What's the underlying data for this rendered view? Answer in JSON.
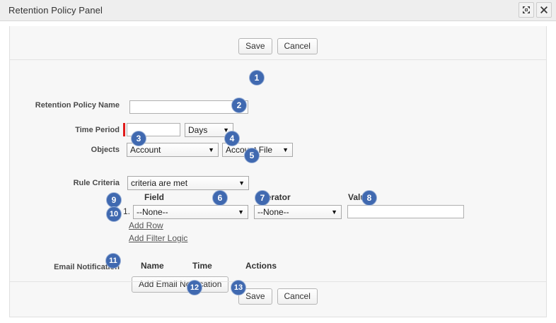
{
  "window": {
    "title": "Retention Policy Panel",
    "buttons": [
      {
        "name": "expand-icon",
        "label": "Expand"
      },
      {
        "name": "close-icon",
        "label": "Close"
      }
    ]
  },
  "toolbar_top": {
    "save_label": "Save",
    "cancel_label": "Cancel"
  },
  "toolbar_bottom": {
    "save_label": "Save",
    "cancel_label": "Cancel"
  },
  "form": {
    "retention_policy_name": {
      "label": "Retention Policy Name",
      "value": "",
      "placeholder": ""
    },
    "time_period": {
      "label": "Time Period",
      "value": "",
      "placeholder": "",
      "required": true,
      "unit_selected": "Days"
    },
    "objects": {
      "label": "Objects",
      "primary_selected": "Account",
      "secondary_selected": "Account File"
    },
    "rule_criteria": {
      "label": "Rule Criteria",
      "criteria_selected": "criteria are met",
      "columns": {
        "field": "Field",
        "operator": "Operator",
        "value": "Value"
      },
      "rows": [
        {
          "index": "1.",
          "field_selected": "--None--",
          "operator_selected": "--None--",
          "value": ""
        }
      ],
      "add_row_label": "Add Row",
      "add_filter_logic_label": "Add Filter Logic"
    },
    "email_notification": {
      "label": "Email Notification",
      "columns": {
        "name": "Name",
        "time": "Time",
        "actions": "Actions"
      },
      "add_button_label": "Add Email Notification"
    }
  },
  "callouts": [
    {
      "number": "1"
    },
    {
      "number": "2"
    },
    {
      "number": "3"
    },
    {
      "number": "4"
    },
    {
      "number": "5"
    },
    {
      "number": "6"
    },
    {
      "number": "7"
    },
    {
      "number": "8"
    },
    {
      "number": "9"
    },
    {
      "number": "10"
    },
    {
      "number": "11"
    },
    {
      "number": "12"
    },
    {
      "number": "13"
    }
  ],
  "colors": {
    "callout_blue": "#4069b0",
    "required_red": "#e01b1b",
    "panel_topbar": "#222222",
    "panel_bg": "#f7f7f7",
    "titlebar_bg": "#eeeeee"
  }
}
